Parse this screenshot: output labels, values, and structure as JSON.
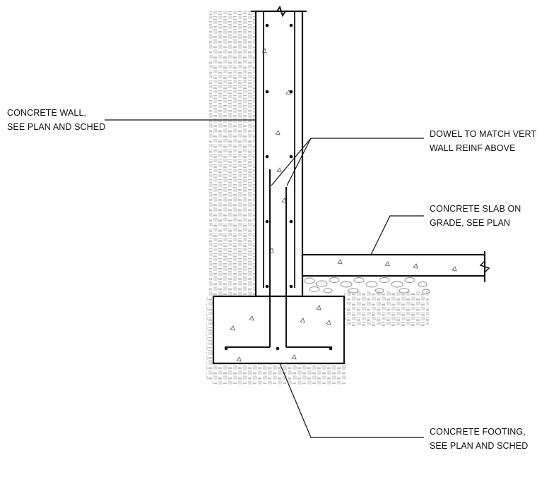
{
  "notes": {
    "wall": [
      "CONCRETE WALL,",
      "SEE PLAN AND SCHED"
    ],
    "dowel": [
      "DOWEL TO MATCH VERT",
      "WALL REINF ABOVE"
    ],
    "slab": [
      "CONCRETE SLAB ON",
      "GRADE, SEE PLAN"
    ],
    "footing": [
      "CONCRETE FOOTING,",
      "SEE PLAN AND SCHED"
    ]
  },
  "colors": {
    "line": "#111111",
    "hatch": "#b5b5b5",
    "gravel": "#8a8a8a"
  }
}
